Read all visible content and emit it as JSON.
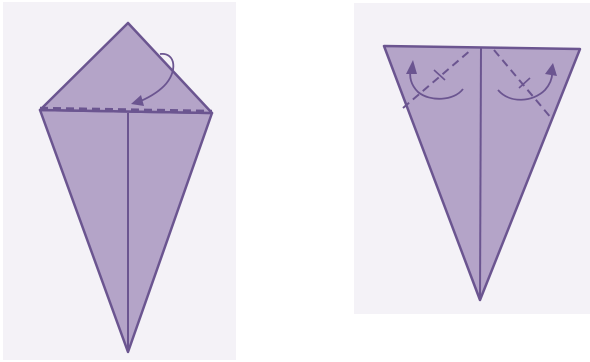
{
  "diagram": {
    "steps": [
      {
        "id": "step-1",
        "action": "fold-top-flap-down",
        "arrow": "curved-fold-arrow"
      },
      {
        "id": "step-2",
        "action": "valley-fold-top-corners-inward",
        "arrow": "curved-fold-arrows"
      }
    ],
    "colors": {
      "paper_fill": "#b4a4c8",
      "line_stroke": "#6b5590",
      "background": "#ffffff",
      "panel_background": "#f4f2f7"
    }
  }
}
